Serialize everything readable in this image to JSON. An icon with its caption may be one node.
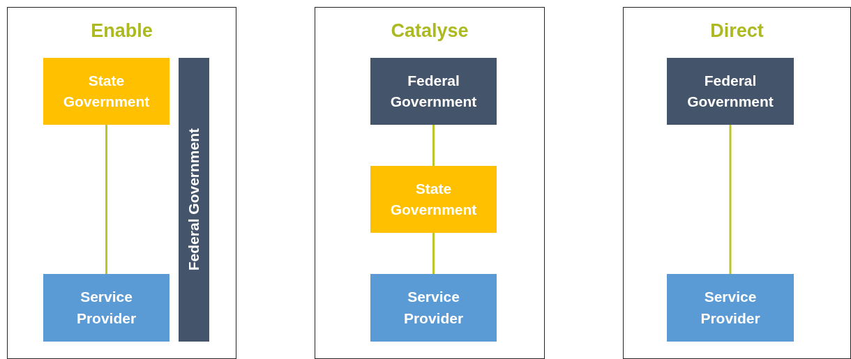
{
  "diagram": {
    "nodes": [
      {
        "text": [
          "Enable"
        ]
      },
      {
        "text": [
          "State Government"
        ],
        "in": 0
      },
      {
        "text": [
          "Service Provider"
        ],
        "in": 0
      },
      {
        "text": [
          "Federal Government"
        ],
        "in": 0
      },
      {
        "text": [
          "Catalyse"
        ]
      },
      {
        "text": [
          "Federal Government"
        ],
        "in": 4
      },
      {
        "text": [
          "State Government"
        ],
        "in": 4
      },
      {
        "text": [
          "Service Provider"
        ],
        "in": 4
      },
      {
        "text": [
          "Direct"
        ]
      },
      {
        "text": [
          "Federal Government"
        ],
        "in": 8
      },
      {
        "text": [
          "Service Provider"
        ],
        "in": 8
      }
    ],
    "edges": [
      {
        "from": 1,
        "to": 2,
        "arrow": "none"
      },
      {
        "from": 5,
        "to": 6,
        "arrow": "none"
      },
      {
        "from": 6,
        "to": 7,
        "arrow": "none"
      },
      {
        "from": 9,
        "to": 10,
        "arrow": "none"
      }
    ]
  }
}
